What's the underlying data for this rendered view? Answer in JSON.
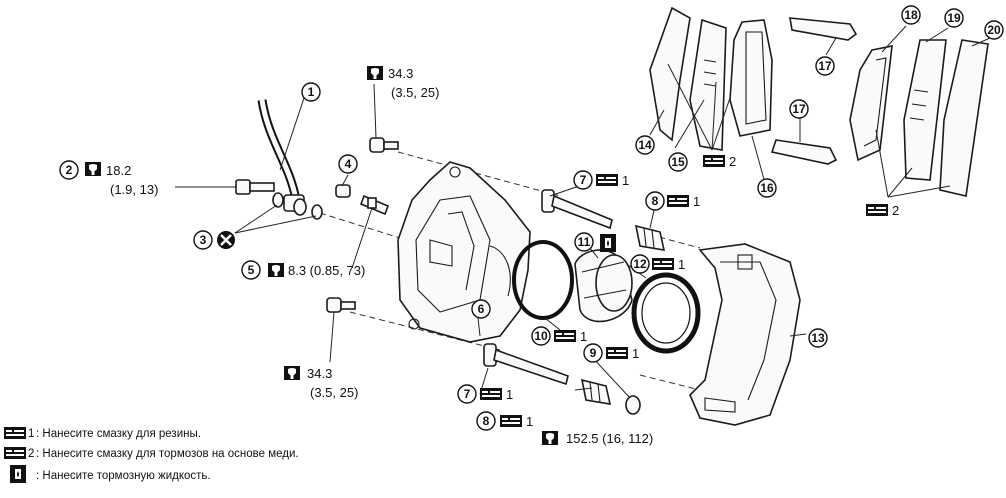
{
  "callouts": [
    "1",
    "2",
    "3",
    "4",
    "5",
    "6",
    "7",
    "7",
    "8",
    "8",
    "9",
    "10",
    "11",
    "12",
    "13",
    "14",
    "15",
    "16",
    "17",
    "17",
    "18",
    "19",
    "20"
  ],
  "torques": {
    "t2": "18.2",
    "t2_sub": "(1.9, 13)",
    "t_top": "34.3",
    "t_top_sub": "(3.5, 25)",
    "t5": "8.3 (0.85, 73)",
    "t_bottom": "34.3",
    "t_bottom_sub": "(3.5, 25)",
    "t_bracket": "152.5 (16, 112)"
  },
  "qty": {
    "q1": "1",
    "q2": "2"
  },
  "icons": [
    "torque-wrench-icon",
    "replace-part-icon",
    "rubber-grease-icon",
    "copper-grease-icon",
    "brake-fluid-icon"
  ],
  "legend": {
    "l1_num": "1",
    "l1_text": ": Нанесите смазку для резины.",
    "l2_num": "2",
    "l2_text": ": Нанесите смазку для тормозов на основе меди.",
    "l3_text": ": Нанесите тормозную жидкость."
  }
}
